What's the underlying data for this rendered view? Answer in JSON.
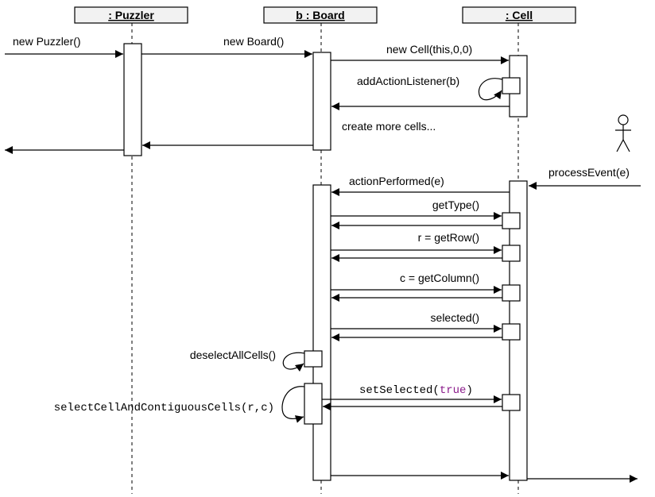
{
  "participants": {
    "puzzler": ": Puzzler",
    "board": "b : Board",
    "cell": ": Cell"
  },
  "messages": {
    "new_puzzler": "new Puzzler()",
    "new_board": "new Board()",
    "new_cell": "new Cell(this,0,0)",
    "add_action_listener": "addActionListener(b)",
    "create_more_cells": "create more cells...",
    "process_event": "processEvent(e)",
    "action_performed": "actionPerformed(e)",
    "get_type": "getType()",
    "get_row": "r = getRow()",
    "get_column": "c = getColumn()",
    "selected": "selected()",
    "deselect_all_cells": "deselectAllCells()",
    "set_selected_name": "setSelected(",
    "set_selected_arg": "true",
    "set_selected_close": ")",
    "select_cell_and_contiguous": "selectCellAndContiguousCells(r,c)"
  },
  "colors": {
    "keyword": "#8b1c8b",
    "header_fill": "#f2f2f2"
  },
  "icons": {
    "actor": "stick-figure-actor-icon"
  }
}
